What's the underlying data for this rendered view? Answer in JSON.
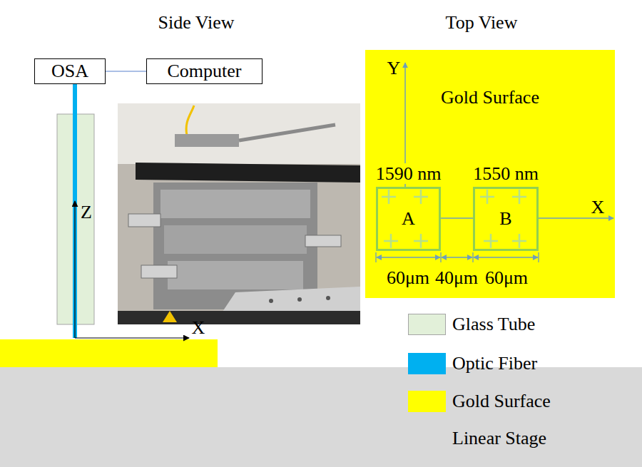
{
  "diagram": {
    "nodes": [
      {
        "text": [
          "OSA"
        ]
      },
      {
        "text": [
          "Computer"
        ]
      },
      {
        "text": [
          "Gold Surface"
        ]
      },
      {
        "text": [
          "1590 nm",
          "A"
        ],
        "in": 2
      },
      {
        "text": [
          "1550 nm",
          "B"
        ],
        "in": 2
      }
    ],
    "edges": [
      {
        "from": 0,
        "to": 1,
        "arrow": "none"
      }
    ],
    "labels": [
      "Side View",
      "Top View",
      "Z",
      "X",
      "Y",
      "X",
      "60μm",
      "40μm",
      "60μm"
    ],
    "legend": [
      {
        "text": "Glass Tube",
        "color": "#e2f0d9"
      },
      {
        "text": "Optic Fiber",
        "color": "#00b0f0"
      },
      {
        "text": "Gold Surface",
        "color": "#ffff00"
      },
      {
        "text": "Linear Stage",
        "color": "#d9d9d9"
      }
    ]
  }
}
